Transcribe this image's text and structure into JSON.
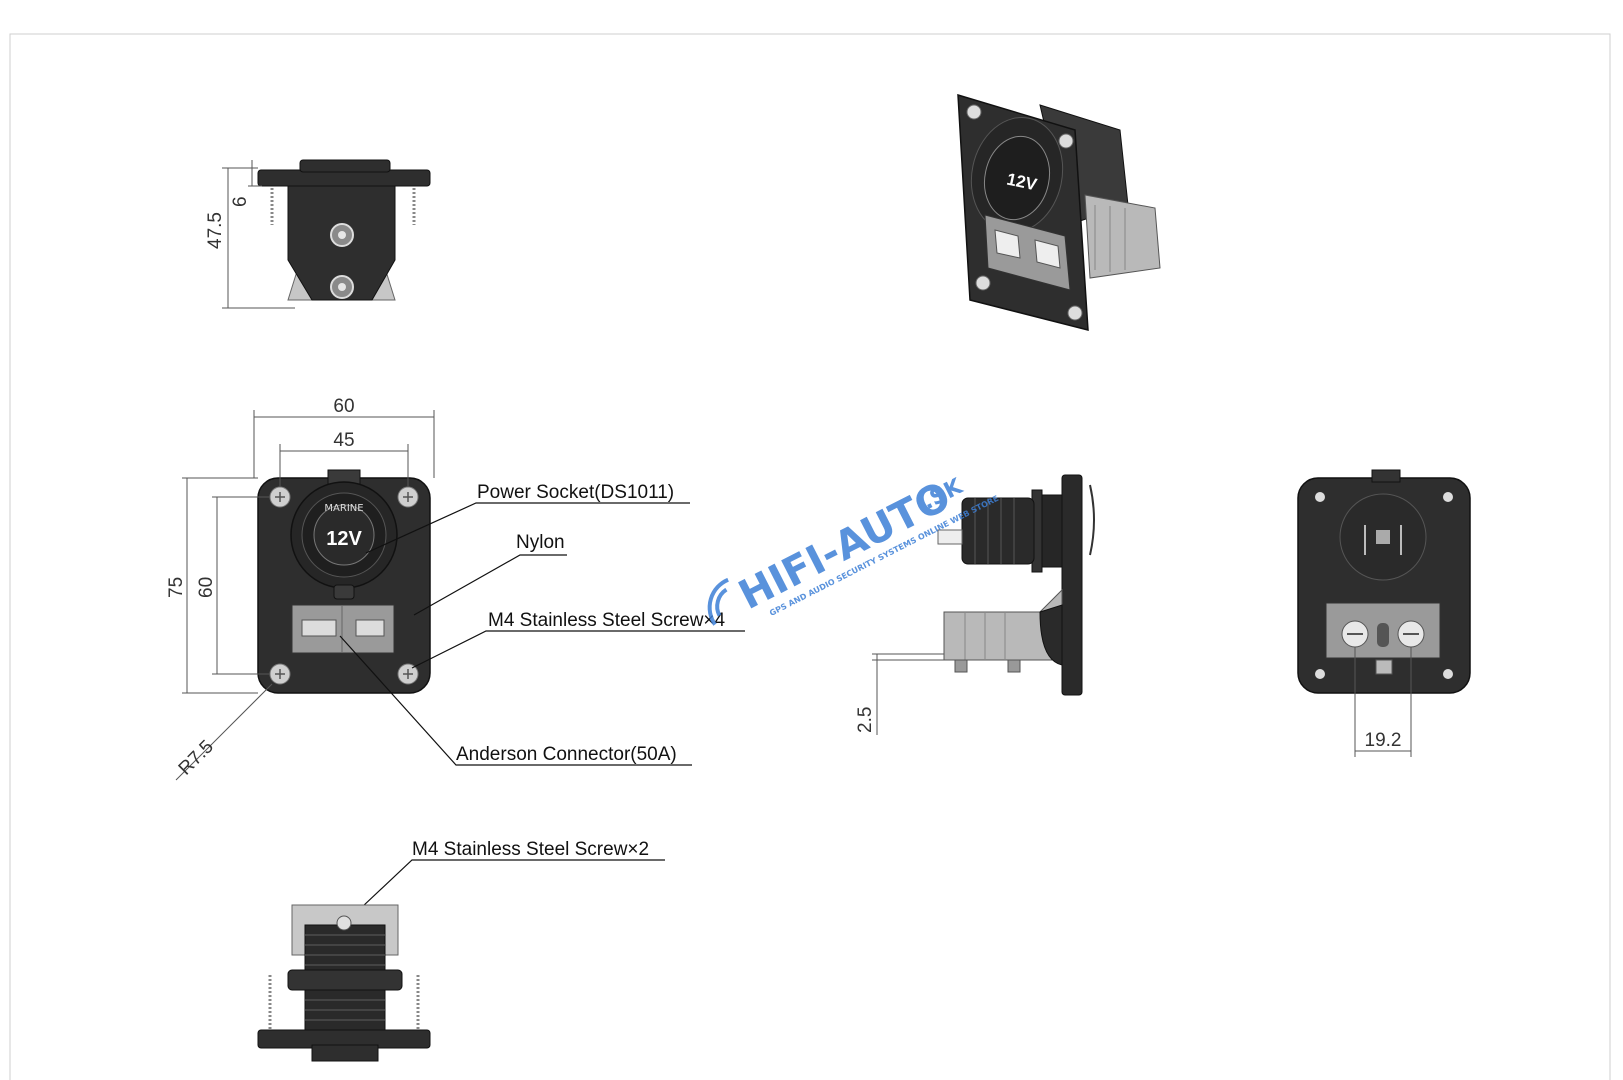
{
  "colors": {
    "body": "#2e2e2e",
    "body_edge": "#111111",
    "metal": "#b9b9b9",
    "connector": "#9a9a9a",
    "watermark": "#3d7fd6"
  },
  "dimensions": {
    "top_height": "47.5",
    "top_flange": "6",
    "front_width_outer": "60",
    "front_width_inner": "45",
    "front_height_outer": "75",
    "front_height_inner": "60",
    "corner_radius": "R7.5",
    "side_offset": "2.5",
    "back_pin_spacing": "19.2"
  },
  "callouts": {
    "power_socket": "Power Socket(DS1011)",
    "nylon": "Nylon",
    "screw4": "M4 Stainless Steel Screw×4",
    "anderson": "Anderson Connector(50A)",
    "screw2": "M4 Stainless Steel Screw×2"
  },
  "socket_face": {
    "voltage": "12V",
    "brand": "MARINE"
  },
  "watermark": {
    "brand": "HIFI-AUTO",
    "tld": ".SK",
    "tagline": "GPS AND AUDIO SECURITY SYSTEMS ONLINE WEB STORE"
  }
}
